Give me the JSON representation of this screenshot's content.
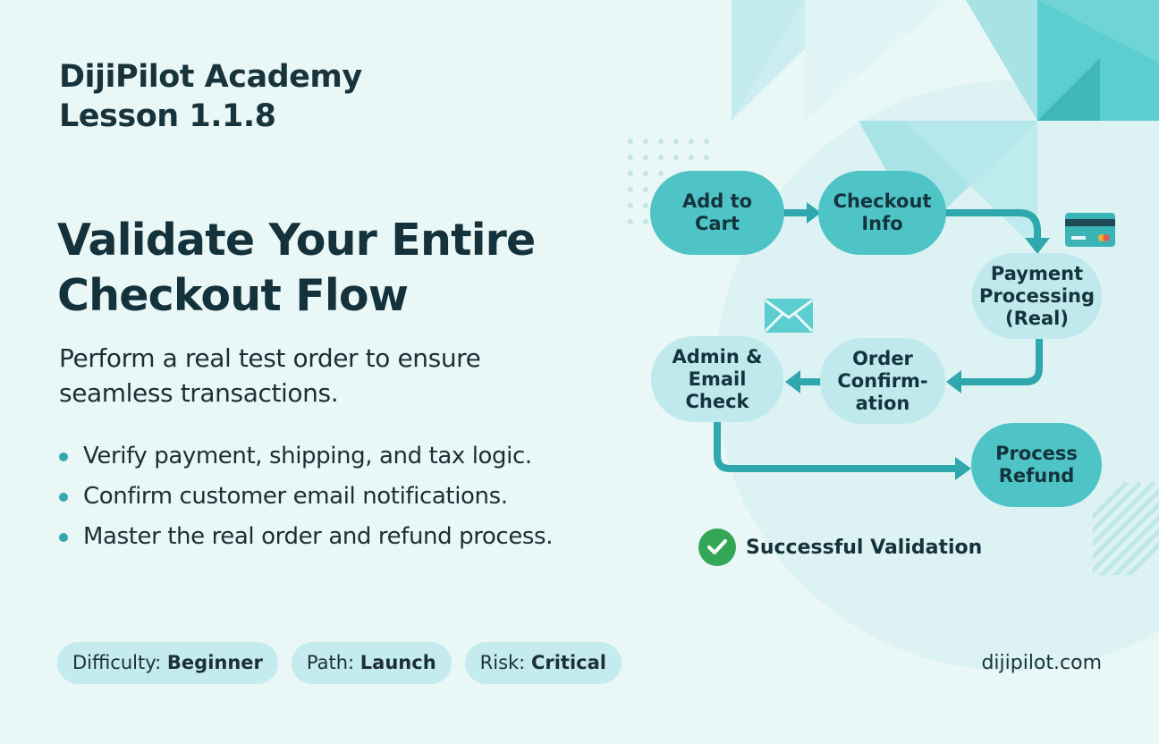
{
  "header": {
    "line1": "DijiPilot Academy",
    "line2": "Lesson 1.1.8"
  },
  "headline": {
    "line1": "Validate Your Entire",
    "line2": "Checkout Flow"
  },
  "subtitle": {
    "line1": "Perform a real test order to ensure",
    "line2": "seamless transactions."
  },
  "bullets": [
    "Verify payment, shipping, and tax logic.",
    "Confirm customer email notifications.",
    "Master the real order and refund process."
  ],
  "tags": [
    {
      "label": "Difficulty:",
      "value": "Beginner"
    },
    {
      "label": "Path:",
      "value": "Launch"
    },
    {
      "label": "Risk:",
      "value": "Critical"
    }
  ],
  "footer": {
    "domain": "dijipilot.com"
  },
  "flow": {
    "nodes": [
      {
        "id": "add-to-cart",
        "lines": [
          "Add to",
          "Cart"
        ]
      },
      {
        "id": "checkout-info",
        "lines": [
          "Checkout",
          "Info"
        ]
      },
      {
        "id": "payment-processing",
        "lines": [
          "Payment",
          "Processing",
          "(Real)"
        ]
      },
      {
        "id": "order-confirmation",
        "lines": [
          "Order",
          "Confirm-",
          "ation"
        ]
      },
      {
        "id": "admin-email-check",
        "lines": [
          "Admin &",
          "Email",
          "Check"
        ]
      },
      {
        "id": "process-refund",
        "lines": [
          "Process",
          "Refund"
        ]
      }
    ],
    "success_label": "Successful Validation"
  },
  "colors": {
    "background": "#eaf7f7",
    "node_dark": "#4ec4c7",
    "node_light": "#bfe9ec",
    "arrow": "#2ea8ae",
    "success": "#33a657",
    "text": "#14323b"
  },
  "icons": [
    "credit-card-icon",
    "envelope-icon",
    "check-circle-icon"
  ]
}
